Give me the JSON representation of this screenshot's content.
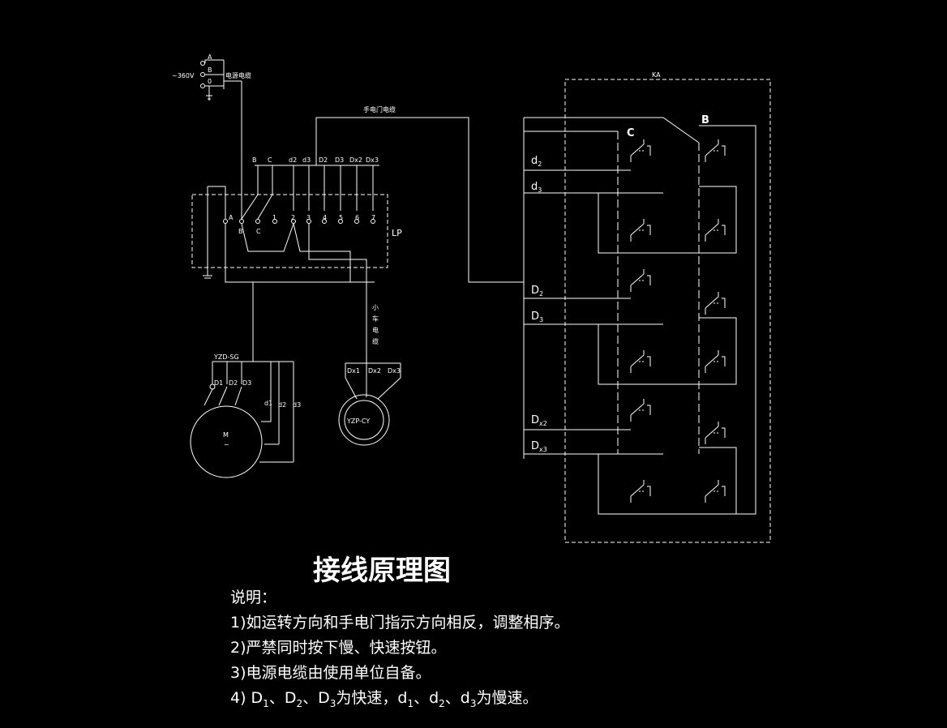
{
  "title": "接线原理图",
  "notes": {
    "heading": "说明：",
    "line1": "1)如运转方向和手电门指示方向相反，调整相序。",
    "line2": "2)严禁同时按下慢、快速按钮。",
    "line3": "3)电源电缆由使用单位自备。",
    "line4": {
      "prefix": "4)  D",
      "s1": "1",
      "c1": "、D",
      "s2": "2",
      "c2": "、D",
      "s3": "3",
      "mid": "为快速，d",
      "s4": "1",
      "c4": "、d",
      "s5": "2",
      "c5": "、d",
      "s6": "3",
      "suffix": "为慢速。"
    }
  },
  "labels": {
    "voltage": "~360V",
    "power_cable": "电源电缆",
    "pendant_cable": "手电门电缆",
    "ka": "KA",
    "lp": "LP",
    "motor_model": "YZD-SG",
    "motor_m": "M",
    "motor_tilde": "~",
    "brake_model": "YZP-CY",
    "trolley_cable": [
      "小",
      "车",
      "电",
      "缆"
    ],
    "supply_A": "A",
    "supply_B": "B",
    "supply_O": "0",
    "relay_B": "B",
    "relay_C": "C"
  },
  "terminal_top": [
    "B",
    "C",
    "d2",
    "d3",
    "D2",
    "D3",
    "Dx2",
    "Dx3"
  ],
  "terminal_nums": [
    "A",
    "1",
    "2",
    "3",
    "4",
    "5",
    "6",
    "7"
  ],
  "terminal_bc": [
    "B",
    "C"
  ],
  "ka_inputs": [
    {
      "base": "d",
      "sub": "2"
    },
    {
      "base": "d",
      "sub": "3"
    },
    {
      "base": "D",
      "sub": "2"
    },
    {
      "base": "D",
      "sub": "3"
    },
    {
      "base": "D",
      "sub": "x2"
    },
    {
      "base": "D",
      "sub": "x3"
    }
  ],
  "motor_terms": [
    "D1",
    "D2",
    "D3",
    "d1",
    "d2",
    "d3"
  ],
  "brake_terms": [
    "Dx1",
    "Dx2",
    "Dx3"
  ],
  "colors": {
    "background": "#000000",
    "line": "#ffffff"
  }
}
